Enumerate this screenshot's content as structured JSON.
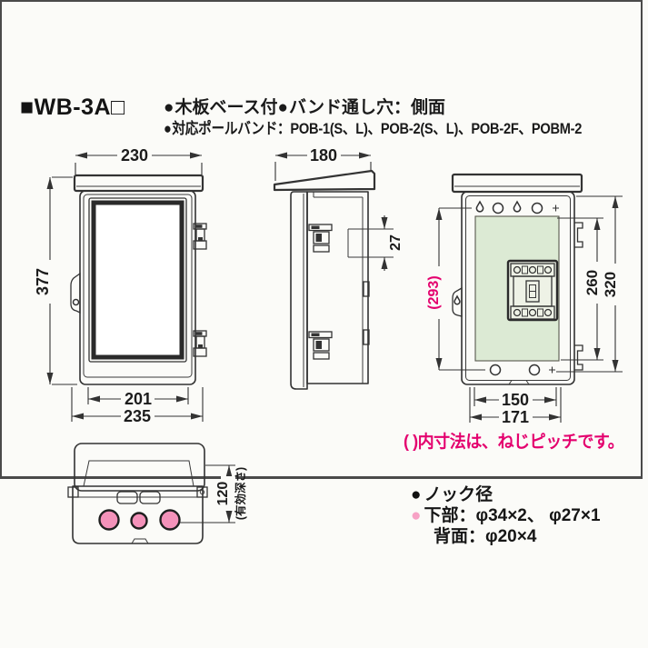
{
  "header": {
    "mark_filled": "■",
    "model": "WB-3A",
    "mark_open": "□",
    "bullet": "●",
    "features": [
      "木板ベース付",
      "バンド通し穴：側面",
      "対応ポールバンド：POB-1(S、L)、POB-2(S、L)、POB-2F、POBM-2"
    ]
  },
  "views": {
    "front": {
      "total_width": "230",
      "total_height": "377",
      "bottom_inner_width": "201",
      "bottom_outer_width": "235"
    },
    "side": {
      "depth": "180",
      "band_slot_height": "27"
    },
    "rear": {
      "screw_pitch": "(293)",
      "base_height": "260",
      "body_height": "320",
      "base_width": "150",
      "body_inner_width": "171"
    },
    "bottom": {
      "effective_depth": "120",
      "effective_depth_note": "(有効深さ)"
    }
  },
  "notes": {
    "paren_note": "( )内寸法は、ねじピッチです。"
  },
  "knockout_legend": {
    "bullet": "●",
    "title": "ノック径",
    "row_bottom": "下部：φ34×2、 φ27×1",
    "row_back": "背面：φ20×4"
  },
  "colors": {
    "accent_pink": "#e4006e",
    "knockout_pink": "#f492ba",
    "legend_bullet_pink": "#f7a2c5",
    "base_green": "#dcead4",
    "line": "#333333"
  }
}
